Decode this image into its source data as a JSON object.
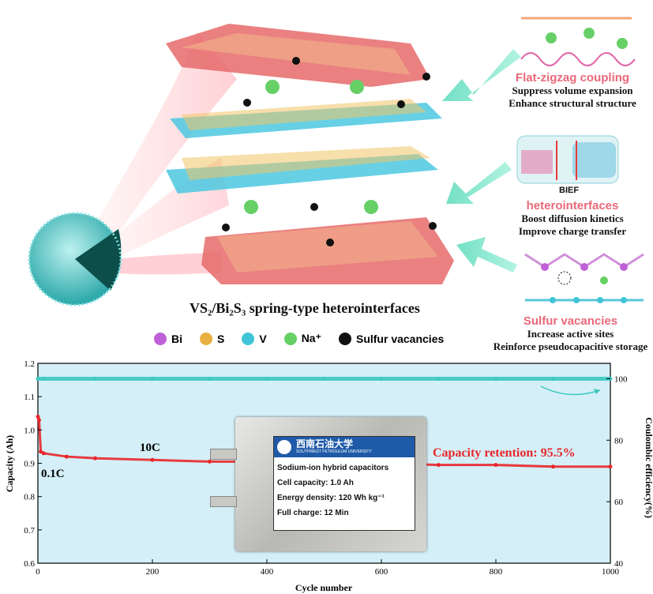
{
  "schematic": {
    "main_caption": "VS₂/Bi₂S₃ spring-type heterointerfaces",
    "panels": [
      {
        "title": "Flat-zigzag coupling",
        "lines": [
          "Suppress volume expansion",
          "Enhance structural  structure"
        ]
      },
      {
        "title": "heterointerfaces",
        "lines": [
          "Boost diffusion kinetics",
          "Improve charge transfer"
        ],
        "inset_label": "BIEF"
      },
      {
        "title": "Sulfur vacancies",
        "lines": [
          "Increase active sites",
          "Reinforce pseudocapacitive storage"
        ]
      }
    ],
    "legend": [
      {
        "label": "Bi",
        "color": "#c060d8"
      },
      {
        "label": "S",
        "color": "#e8b040"
      },
      {
        "label": "V",
        "color": "#40c4d8"
      },
      {
        "label": "Na⁺",
        "color": "#66d066"
      },
      {
        "label": "Sulfur vacancies",
        "color": "#111111"
      }
    ]
  },
  "device": {
    "logo_text": "西南石油大学",
    "logo_sub": "SOUTHWEST PETROLEUM UNIVERSITY",
    "lines": [
      "Sodium-ion hybrid capacitors",
      "Cell capacity: 1.0 Ah",
      "Energy density: 120 Wh kg⁻¹",
      "Full charge: 12 Min"
    ]
  },
  "chart_data": {
    "type": "scatter",
    "xlabel": "Cycle number",
    "ylabel": "Capacity (Ah)",
    "y2label": "Coulombic efficiency(%)",
    "xlim": [
      0,
      1000
    ],
    "ylim": [
      0.6,
      1.2
    ],
    "y2lim": [
      40,
      105
    ],
    "x_ticks": [
      "0",
      "200",
      "400",
      "600",
      "800",
      "1000"
    ],
    "y_ticks": [
      "0.6",
      "0.7",
      "0.8",
      "0.9",
      "1.0",
      "1.1",
      "1.2"
    ],
    "y2_ticks": [
      "40",
      "60",
      "80",
      "100"
    ],
    "annotations": {
      "rate1": "0.1C",
      "rate2": "10C",
      "retention": "Capacity retention: 95.5%"
    },
    "series": [
      {
        "color": "#e8262a",
        "axis": "left",
        "x": [
          0,
          2,
          5,
          10,
          50,
          100,
          200,
          300,
          400,
          500,
          600,
          700,
          800,
          900,
          1000
        ],
        "y": [
          1.04,
          1.03,
          0.935,
          0.93,
          0.92,
          0.915,
          0.91,
          0.905,
          0.905,
          0.9,
          0.9,
          0.895,
          0.895,
          0.89,
          0.89
        ]
      },
      {
        "color": "#3cc8c0",
        "axis": "right",
        "x": [
          0,
          10,
          100,
          200,
          300,
          400,
          500,
          600,
          700,
          800,
          900,
          1000
        ],
        "y": [
          100,
          100,
          100,
          100,
          100,
          100,
          100,
          100,
          100,
          100,
          100,
          100
        ]
      }
    ]
  }
}
